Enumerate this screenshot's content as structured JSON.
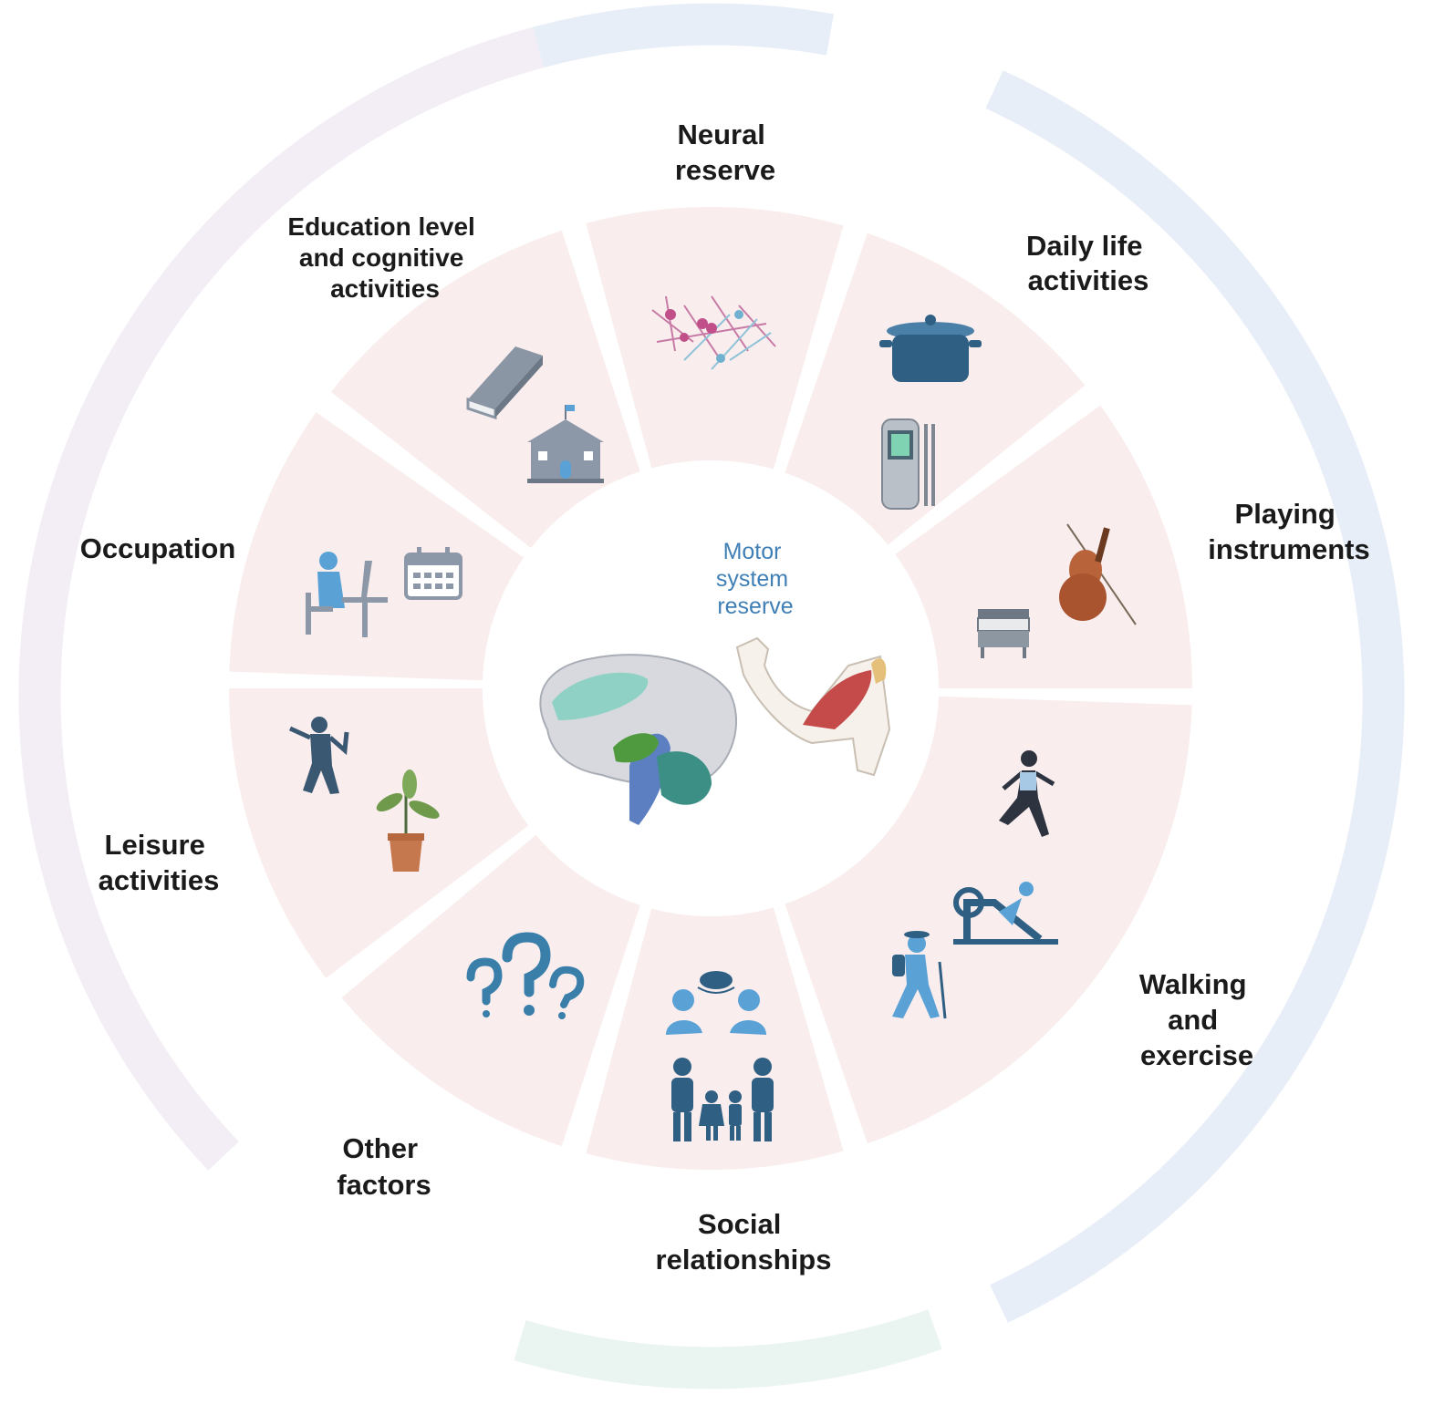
{
  "center": {
    "label_lines": [
      "Motor",
      "system",
      "reserve"
    ]
  },
  "segments": [
    {
      "id": "neural-reserve",
      "lines": [
        "Neural",
        "reserve"
      ],
      "icons": [
        "neuron-network-icon"
      ]
    },
    {
      "id": "daily-life-activities",
      "lines": [
        "Daily life",
        "activities"
      ],
      "icons": [
        "cooking-pot-icon",
        "measuring-meter-icon"
      ]
    },
    {
      "id": "playing-instruments",
      "lines": [
        "Playing",
        "instruments"
      ],
      "icons": [
        "violin-icon",
        "piano-icon"
      ]
    },
    {
      "id": "walking-and-exercise",
      "lines": [
        "Walking",
        "and",
        "exercise"
      ],
      "icons": [
        "runner-icon",
        "leg-press-machine-icon",
        "hiker-icon"
      ]
    },
    {
      "id": "social-relationships",
      "lines": [
        "Social",
        "relationships"
      ],
      "icons": [
        "people-talking-icon",
        "family-icon"
      ]
    },
    {
      "id": "other-factors",
      "lines": [
        "Other",
        "factors"
      ],
      "icons": [
        "question-marks-icon"
      ]
    },
    {
      "id": "leisure-activities",
      "lines": [
        "Leisure",
        "activities"
      ],
      "icons": [
        "dancer-icon",
        "potted-plant-icon"
      ]
    },
    {
      "id": "occupation",
      "lines": [
        "Occupation"
      ],
      "icons": [
        "desk-worker-icon",
        "calendar-icon"
      ]
    },
    {
      "id": "education-level",
      "lines": [
        "Education level",
        "and cognitive",
        "activities"
      ],
      "icons": [
        "book-icon",
        "school-icon"
      ]
    }
  ],
  "colors": {
    "segment_fill": "#f9eded",
    "icon_dark_blue": "#3a6688",
    "icon_light_blue": "#5aa2d6",
    "icon_grey": "#8c98a8",
    "outer_arc_blue": "#e8eef8",
    "outer_arc_lilac": "#f3eef5",
    "outer_arc_green": "#eaf4f0",
    "center_text": "#3f7fb6"
  }
}
